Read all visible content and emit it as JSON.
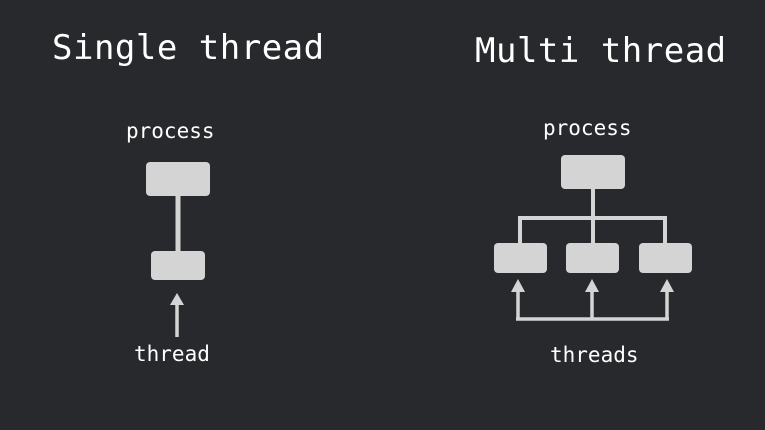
{
  "colors": {
    "background": "#28292c",
    "text": "#ffffff",
    "shape": "#d4d4d4"
  },
  "single": {
    "title": "Single thread",
    "process_label": "process",
    "thread_label": "thread"
  },
  "multi": {
    "title": "Multi thread",
    "process_label": "process",
    "threads_label": "threads"
  }
}
